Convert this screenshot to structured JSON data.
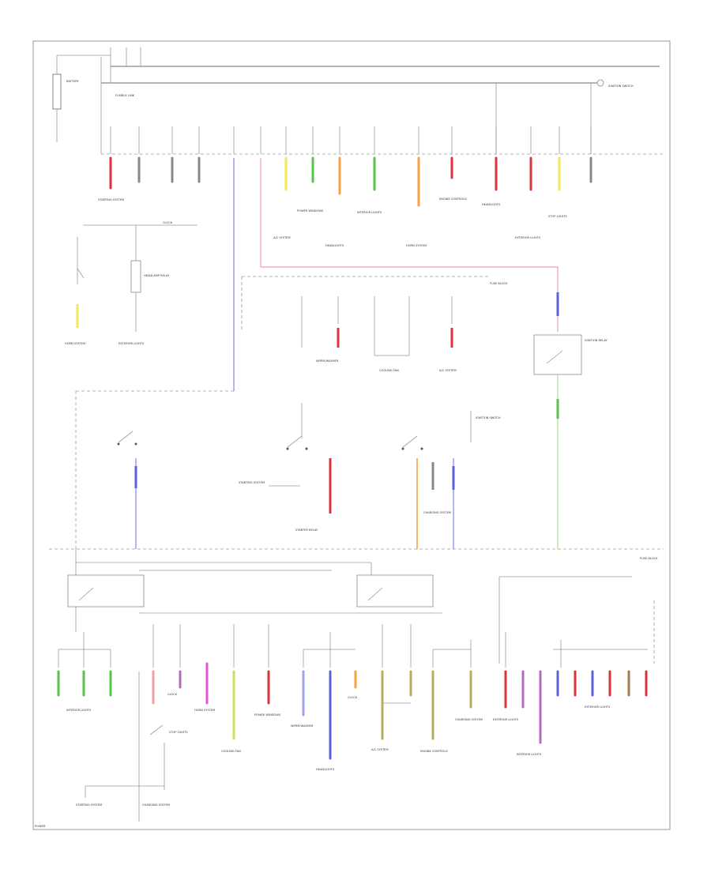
{
  "labels": {
    "battery": "BATTERY",
    "fusible_link": "FUSIBLE LINK",
    "ignition_switch": "IGNITION SWITCH",
    "starter_relay": "STARTER RELAY",
    "headlamp_relay": "HEADLAMP RELAY",
    "fuse_block": "FUSE BLOCK",
    "ignition_relay": "IGNITION RELAY",
    "starting": "STARTING SYSTEM",
    "charging": "CHARGING SYSTEM",
    "horn": "HORN SYSTEM",
    "clock": "CLOCK",
    "ac": "A/C SYSTEM",
    "power_windows": "POWER WINDOWS",
    "headlights": "HEADLIGHTS",
    "interior_lights": "INTERIOR LIGHTS",
    "exterior_lights": "EXTERIOR LIGHTS",
    "wipers": "WIPER/WASHER",
    "stop_lights": "STOP LIGHTS",
    "cooling_fan": "COOLING FAN",
    "engine_controls": "ENGINE CONTROLS",
    "page": "POWER"
  },
  "colors": {
    "red": "#d9343e",
    "pink": "#f0a0a8",
    "yellow": "#f2e85a",
    "green": "#59c24a",
    "lightgreen": "#a9e38a",
    "orange": "#f5a142",
    "blue": "#5c63d6",
    "lightblue": "#9fa6ea",
    "magenta": "#e055d6",
    "violet": "#b968c4",
    "tan": "#b7ad62",
    "brown": "#a87a4e",
    "lime": "#c7e25b"
  }
}
